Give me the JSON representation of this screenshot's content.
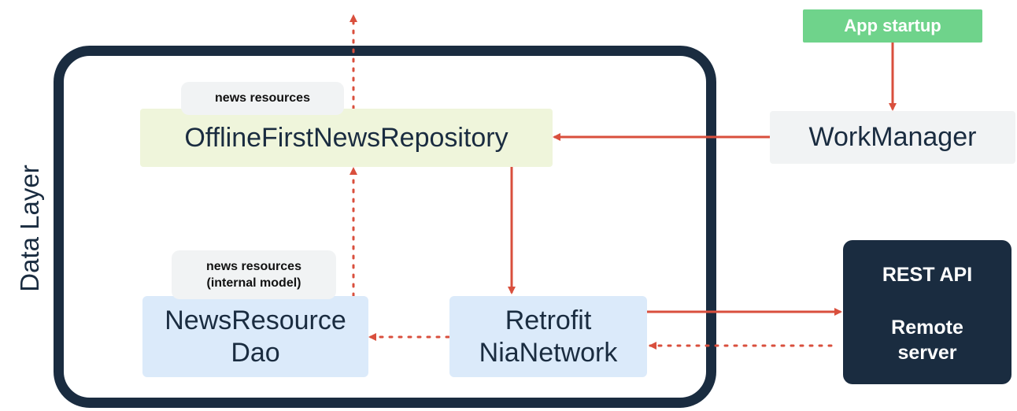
{
  "diagram": {
    "layer_label": "Data Layer",
    "repository": {
      "label": "OfflineFirstNewsRepository"
    },
    "repository_output": {
      "label": "news resources"
    },
    "dao": {
      "line1": "NewsResource",
      "line2": "Dao"
    },
    "dao_output": {
      "line1": "news resources",
      "line2": "(internal model)"
    },
    "network": {
      "line1": "Retrofit",
      "line2": "NiaNetwork"
    },
    "workmanager": {
      "label": "WorkManager"
    },
    "app_startup": {
      "label": "App startup"
    },
    "remote": {
      "line1": "REST API",
      "line2": "Remote",
      "line3": "server"
    }
  },
  "colors": {
    "navy": "#1a2c40",
    "arrow_red": "#d94f3d",
    "repo_fill": "#eff5db",
    "blue_fill": "#dbeafa",
    "grey_fill": "#f1f3f4",
    "startup_green": "#6fd38b"
  }
}
